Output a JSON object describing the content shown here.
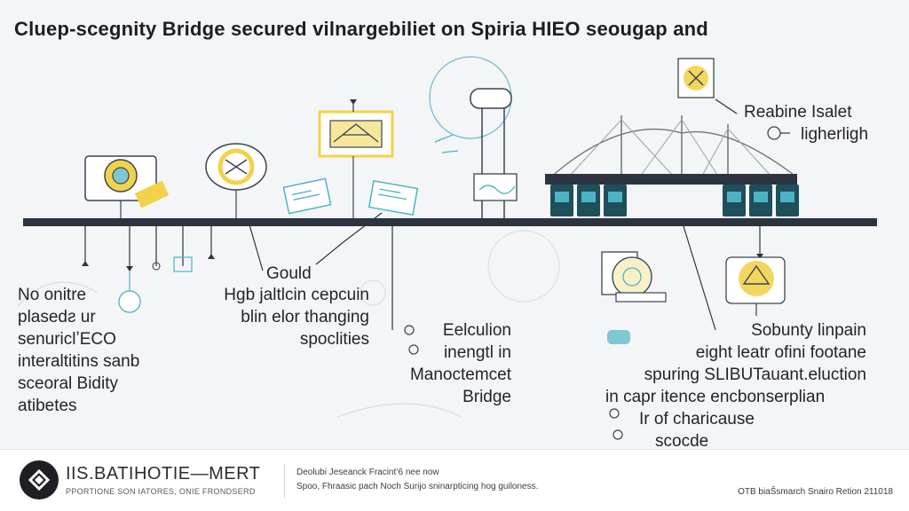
{
  "title": "Cluep-scegnity Bridge secured vilnargebiliet on Spiria HIEO seougap and",
  "labels": {
    "left_block": [
      "No onitre",
      "plasedƨ ur",
      "senuriclʼECO",
      "interaltitins sanb",
      "sceoral Bidity",
      "atibetes"
    ],
    "gould": "Gould",
    "center_left": [
      "Hgb jaltlcin cepcuin",
      "blin elor thanging",
      "spoclities"
    ],
    "center": [
      "Eelculion",
      "inengtl in",
      "Manoctemcet",
      "Bridge"
    ],
    "top_right": [
      "Reabine Isalet",
      "ligherligh"
    ],
    "right_block": [
      "Sobunty linpain",
      "eight leatr ofini footane",
      "spuring SLIBUTauant.eluction",
      "in capr itence encbonserplian",
      "Ir of charicause",
      "scocde"
    ]
  },
  "footer": {
    "brand": "IIS.BATIHOTIE—MERT",
    "brand_sub": "PPORTIONE SON IATORES, ONIE FRONDSERD",
    "note_lines": [
      "Deolubi Jeseanck Fracint‘6 nee now",
      "Spoo, Fhraasic pach Noch Surijo sninarpticing hog guiloness."
    ],
    "right_text": "OTB biaŠsmarch Snairo Retion 211018"
  },
  "colors": {
    "timeline": "#2b3440",
    "accent_yellow": "#f2d24b",
    "accent_teal": "#4db3c4",
    "dark_teal": "#1f4f5a",
    "line_gray": "#3a4450"
  },
  "icons": [
    "shield-card-icon",
    "shield-badge-icon",
    "bridge-sign-icon",
    "document-icon",
    "security-tower-icon",
    "x-badge-icon",
    "suspension-bridge-icon",
    "server-icon",
    "scroll-icon",
    "gear-icon",
    "warning-badge-icon",
    "key-icon"
  ]
}
